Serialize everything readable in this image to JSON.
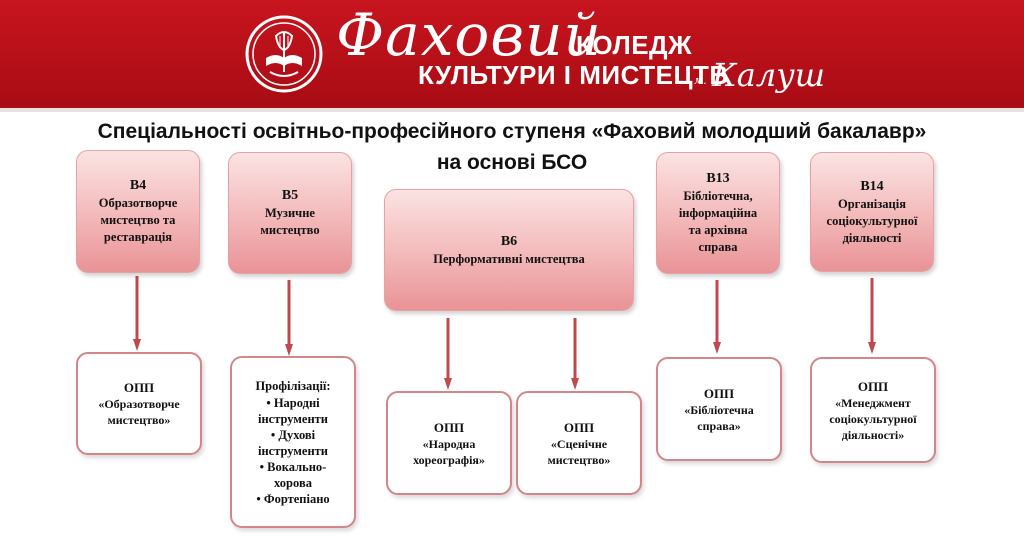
{
  "header": {
    "script_title": "Фаховий",
    "line1": "КОЛЕДЖ",
    "line2": "КУЛЬТУРИ І МИСТЕЦТВ",
    "city_prefix": "м.",
    "city": "Калуш",
    "colors": {
      "banner": "#b50f18",
      "text": "#ffffff"
    }
  },
  "title": {
    "line1": "Спеціальності освітньо-професійного ступеня «Фаховий молодший бакалавр»",
    "line2": "на основі БСО"
  },
  "specialties": [
    {
      "code": "В4",
      "name_lines": [
        "Образотворче",
        "мистецтво та",
        "реставрація"
      ]
    },
    {
      "code": "В5",
      "name_lines": [
        "Музичне",
        "мистецтво"
      ]
    },
    {
      "code": "В6",
      "name_lines": [
        "Перформативні мистецтва"
      ]
    },
    {
      "code": "В13",
      "name_lines": [
        "Бібліотечна,",
        "інформаційна",
        "та архівна",
        "справа"
      ]
    },
    {
      "code": "В14",
      "name_lines": [
        "Організація",
        "соціокультурної",
        "діяльності"
      ]
    }
  ],
  "programs": [
    {
      "title": "ОПП",
      "lines": [
        "«Образотворче",
        "мистецтво»"
      ]
    },
    {
      "heading": "Профілізації:",
      "items": [
        "• Народні",
        "інструменти",
        "• Духові",
        "інструменти",
        "• Вокально-",
        "хорова",
        "• Фортепіано"
      ]
    },
    {
      "title": "ОПП",
      "lines": [
        "«Народна",
        "хореографія»"
      ]
    },
    {
      "title": "ОПП",
      "lines": [
        "«Сценічне",
        "мистецтво»"
      ]
    },
    {
      "title": "ОПП",
      "lines": [
        "«Бібліотечна",
        "справа»"
      ]
    },
    {
      "title": "ОПП",
      "lines": [
        "«Менеджмент",
        "соціокультурної",
        "діяльності»"
      ]
    }
  ],
  "colors": {
    "box_fill": "#f3b8b9",
    "box_border": "#d2868a",
    "arrow": "#c0494e"
  }
}
